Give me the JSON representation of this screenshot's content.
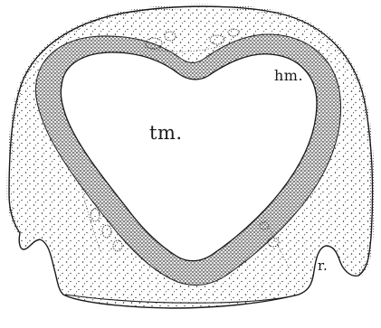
{
  "labels": {
    "tm": "tm.",
    "hm": "hm.",
    "r": "r."
  },
  "colors": {
    "ink": "#1a1a1a",
    "paper": "#ffffff"
  }
}
